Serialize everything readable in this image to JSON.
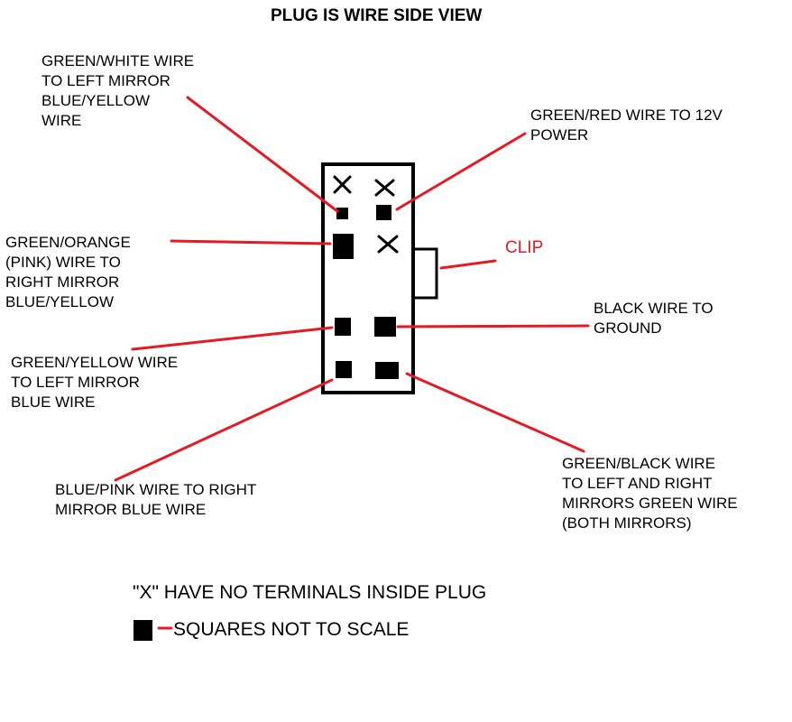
{
  "title": "PLUG IS WIRE SIDE VIEW",
  "labels": {
    "green_white": "GREEN/WHITE WIRE\nTO LEFT MIRROR\nBLUE/YELLOW\nWIRE",
    "green_red": "GREEN/RED WIRE TO 12V\nPOWER",
    "green_orange": "GREEN/ORANGE\n(PINK) WIRE TO\nRIGHT MIRROR\nBLUE/YELLOW",
    "clip": "CLIP",
    "black": "BLACK WIRE TO\nGROUND",
    "green_yellow": "GREEN/YELLOW WIRE\nTO LEFT MIRROR\nBLUE WIRE",
    "blue_pink": "BLUE/PINK WIRE TO RIGHT\nMIRROR BLUE WIRE",
    "green_black": "GREEN/BLACK WIRE\nTO LEFT AND RIGHT\nMIRRORS GREEN WIRE\n(BOTH MIRRORS)"
  },
  "notes": {
    "x_note": "\"X\" HAVE NO TERMINALS INSIDE PLUG",
    "squares_note": "SQUARES NOT TO SCALE"
  },
  "colors": {
    "leader": "#e31b23",
    "ink": "#000000"
  }
}
